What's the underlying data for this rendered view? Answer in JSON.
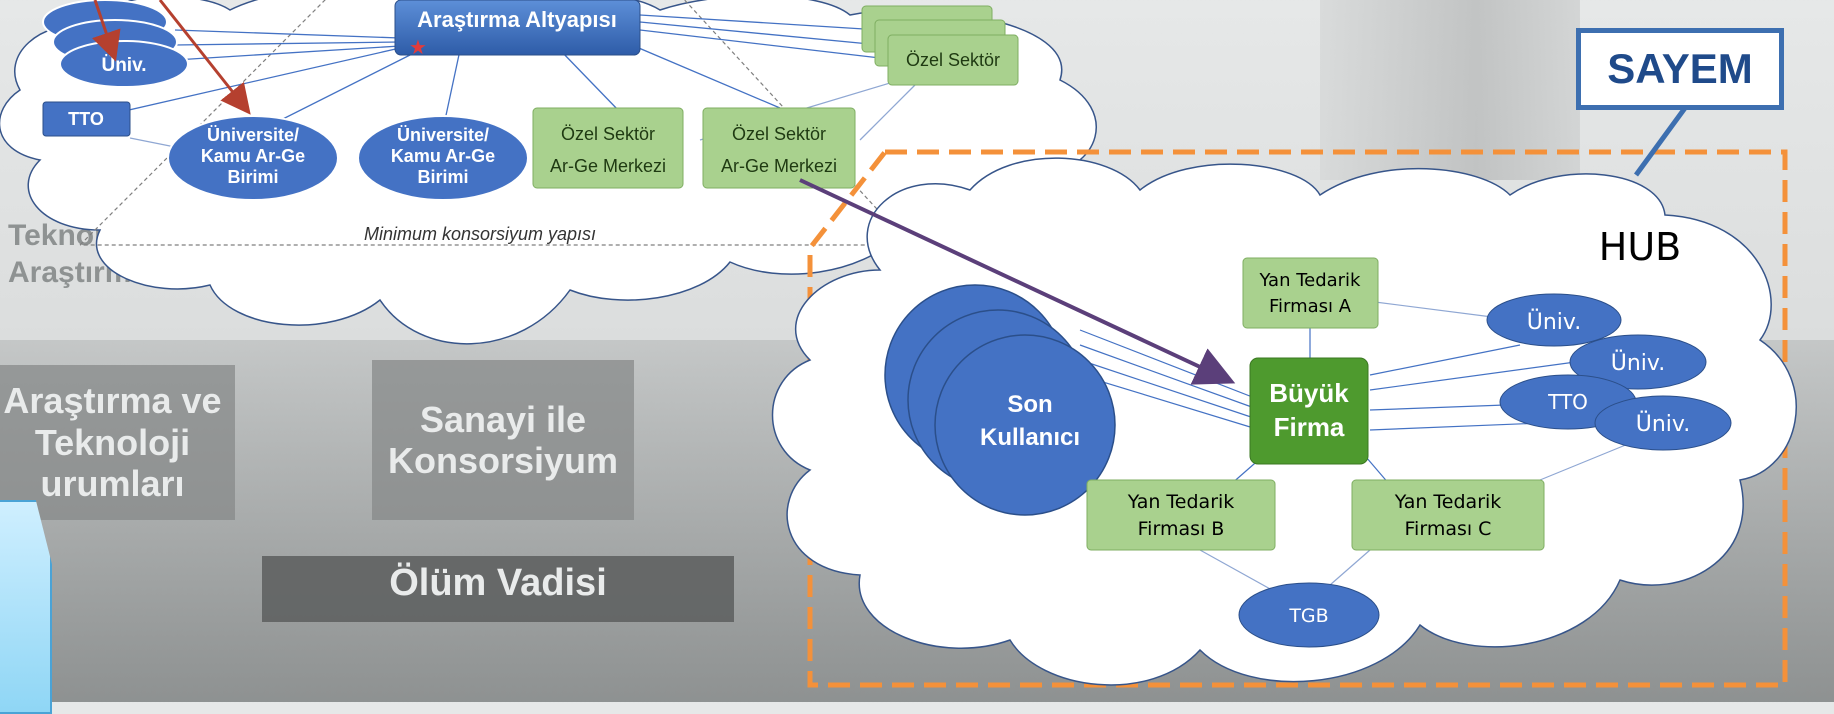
{
  "background": {
    "teknoloji_text": "Teknoloji",
    "arastirma_text": "Araştırma",
    "box_left": "Araştırma ve\nTeknoloji\nurumları",
    "box_mid": "Sanayi ile\nKonsorsiyum",
    "box_bottom": "Ölüm Vadisi"
  },
  "top_consortium": {
    "hub_label": "Araştırma Altyapısı",
    "univ_small": "Üniv.",
    "tto": "TTO",
    "univ_kamu_1": [
      "Üniversite/",
      "Kamu Ar-Ge",
      "Birimi"
    ],
    "univ_kamu_2": [
      "Üniversite/",
      "Kamu Ar-Ge",
      "Birimi"
    ],
    "ozel_arge_1": [
      "Özel Sektör",
      "Ar-Ge Merkezi"
    ],
    "ozel_arge_2": [
      "Özel Sektör",
      "Ar-Ge Merkezi"
    ],
    "ozel_sektor": "Özel Sektör",
    "footnote": "Minimum konsorsiyum yapısı"
  },
  "sayem": {
    "label": "SAYEM"
  },
  "hub_diagram": {
    "hub_label": "HUB",
    "son_kullanici": [
      "Son",
      "Kullanıcı"
    ],
    "buyuk_firma": [
      "Büyük",
      "Firma"
    ],
    "yan_a": [
      "Yan Tedarik",
      "Firması A"
    ],
    "yan_b": [
      "Yan Tedarik",
      "Firması B"
    ],
    "yan_c": [
      "Yan Tedarik",
      "Firması C"
    ],
    "univ_1": "Üniv.",
    "univ_2": "Üniv.",
    "univ_3": "Üniv.",
    "tto": "TTO",
    "tgb": "TGB"
  },
  "colors": {
    "blue_node": "#4472c4",
    "green_node": "#a9d18e",
    "dark_green": "#4e9a2e",
    "orange_dash": "#f4913a",
    "arrow_purple": "#5b3f7a",
    "arrow_red": "#b5402f"
  }
}
